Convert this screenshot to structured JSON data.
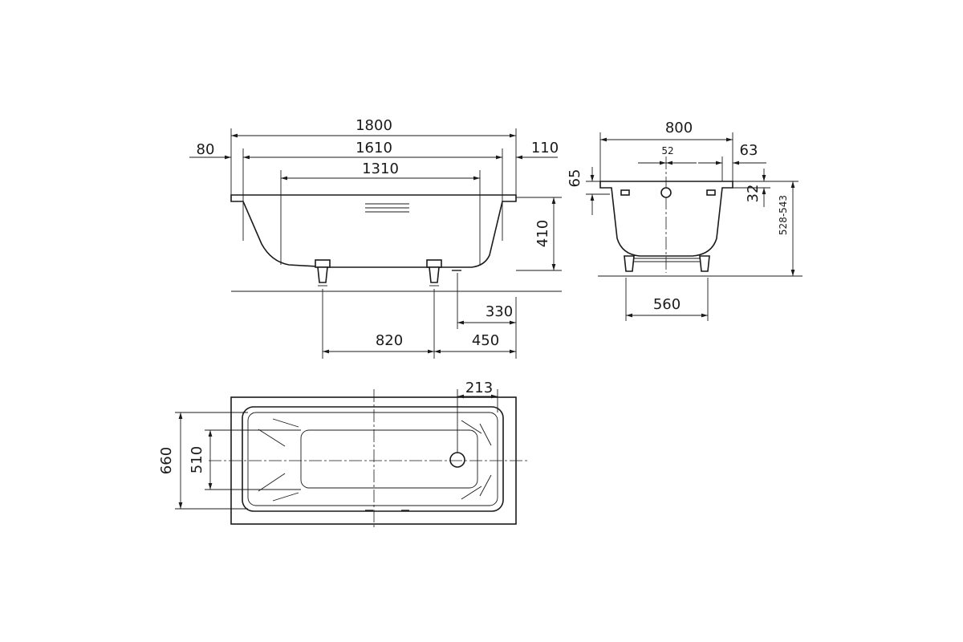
{
  "side_view": {
    "overall_length": "1800",
    "left_rim": "80",
    "inner_top_length": "1610",
    "right_rim": "110",
    "inner_bottom_length": "1310",
    "height": "410",
    "drain_offset": "330",
    "leg_spacing": "820",
    "leg_to_end": "450"
  },
  "end_view": {
    "overall_width": "800",
    "overflow_offset": "52",
    "right_rim": "63",
    "rim_height": "65",
    "rim_thickness": "32",
    "total_height_range": "528-543",
    "leg_spacing": "560"
  },
  "top_view": {
    "outer_width": "660",
    "inner_width": "510",
    "drain_to_end": "213"
  }
}
